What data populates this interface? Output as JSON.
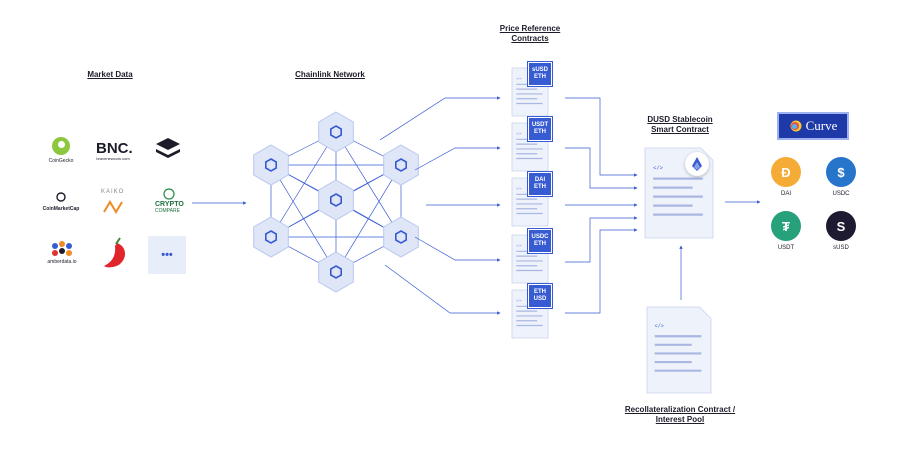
{
  "titles": {
    "market_data": "Market Data",
    "chainlink_network": "Chainlink Network",
    "price_reference": "Price Reference\nContracts",
    "dusd_contract": "DUSD Stablecoin\nSmart Contract",
    "recollateralization": "Recollateralization Contract /\nInterest Pool"
  },
  "sources": {
    "coingecko": "CoinGecko",
    "bnc_logo": "BNC.",
    "bnc_sub": "bravenewcoin.com",
    "coinmarketcap": "CoinMarketCap",
    "kaiko": "KAIKO",
    "cryptocompare_top": "CRYPTO",
    "cryptocompare_bottom": "COMPARE",
    "amberdata": "amberdata.io",
    "more": "•••"
  },
  "price_feeds": [
    {
      "top": "sUSD",
      "bottom": "ETH"
    },
    {
      "top": "USDT",
      "bottom": "ETH"
    },
    {
      "top": "DAI",
      "bottom": "ETH"
    },
    {
      "top": "USDC",
      "bottom": "ETH"
    },
    {
      "top": "ETH",
      "bottom": "USD"
    }
  ],
  "curve": {
    "label": "Curve"
  },
  "tokens": [
    {
      "name": "DAI",
      "color": "#f5ac37"
    },
    {
      "name": "USDC",
      "color": "#2775ca"
    },
    {
      "name": "USDT",
      "color": "#26a17b"
    },
    {
      "name": "sUSD",
      "color": "#1e1a31"
    }
  ],
  "colors": {
    "accent": "#375bd2",
    "node_fill": "#dfe6f8",
    "doc_fill": "#eef2fb"
  }
}
